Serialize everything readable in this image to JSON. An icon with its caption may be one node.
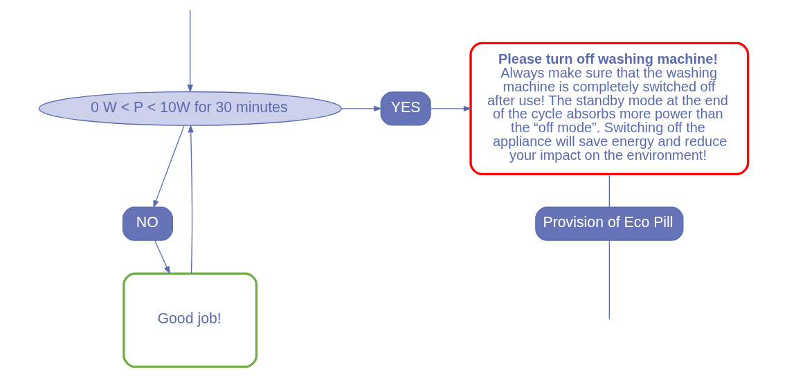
{
  "diagram": {
    "nodes": [
      {
        "text": [
          "0 W < P < 10W for 30 minutes"
        ]
      },
      {
        "text": [
          "YES"
        ]
      },
      {
        "text": [
          "NO"
        ]
      },
      {
        "text": [
          "Good job!"
        ]
      },
      {
        "text": [
          "Please turn off washing machine!",
          "Always make sure that the washing machine is completely switched off after use! The standby mode at the end of the cycle absorbs more power than the “off mode”. Switching off the appliance will save energy and reduce your impact on the environment!"
        ]
      },
      {
        "text": [
          "Provision of Eco Pill"
        ]
      }
    ],
    "edges": [
      {
        "from": 0,
        "to": 1,
        "arrow": "to"
      },
      {
        "from": 1,
        "to": 4,
        "arrow": "to"
      },
      {
        "from": 0,
        "to": 2,
        "arrow": "to"
      },
      {
        "from": 2,
        "to": 3,
        "arrow": "to"
      },
      {
        "from": 3,
        "to": 0,
        "arrow": "to"
      },
      {
        "from": null,
        "to": 0,
        "arrow": "to"
      },
      {
        "from": 4,
        "to": 5,
        "arrow": "none"
      },
      {
        "from": 5,
        "to": null,
        "arrow": "none"
      }
    ]
  }
}
